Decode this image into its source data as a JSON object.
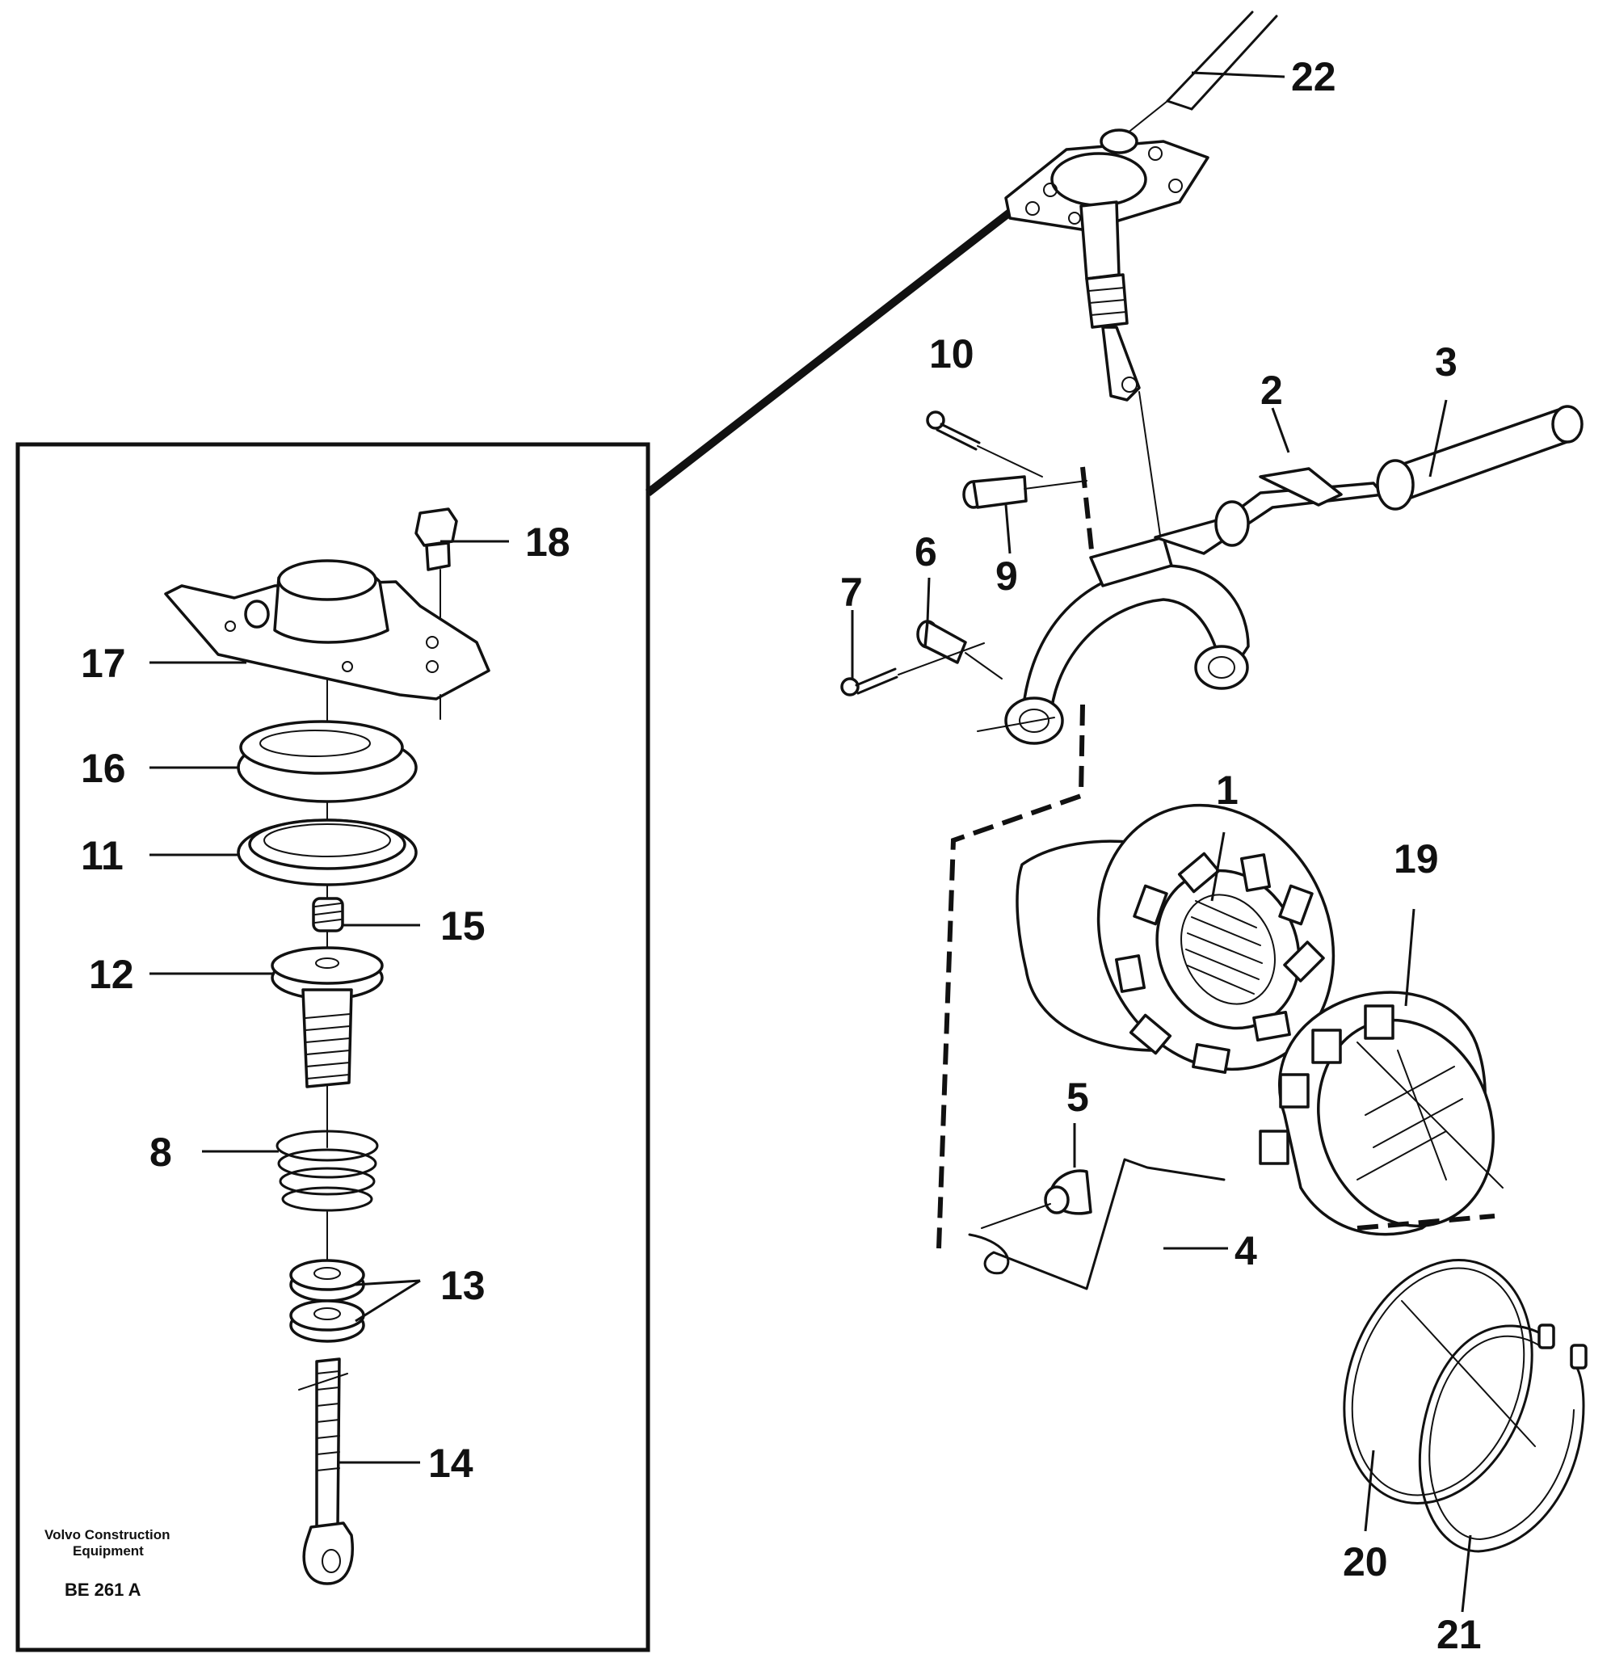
{
  "callouts": [
    {
      "id": "1",
      "text": "1"
    },
    {
      "id": "2",
      "text": "2"
    },
    {
      "id": "3",
      "text": "3"
    },
    {
      "id": "4",
      "text": "4"
    },
    {
      "id": "5",
      "text": "5"
    },
    {
      "id": "6",
      "text": "6"
    },
    {
      "id": "7",
      "text": "7"
    },
    {
      "id": "8",
      "text": "8"
    },
    {
      "id": "9",
      "text": "9"
    },
    {
      "id": "10",
      "text": "10"
    },
    {
      "id": "11",
      "text": "11"
    },
    {
      "id": "12",
      "text": "12"
    },
    {
      "id": "13",
      "text": "13"
    },
    {
      "id": "14",
      "text": "14"
    },
    {
      "id": "15",
      "text": "15"
    },
    {
      "id": "16",
      "text": "16"
    },
    {
      "id": "17",
      "text": "17"
    },
    {
      "id": "18",
      "text": "18"
    },
    {
      "id": "19",
      "text": "19"
    },
    {
      "id": "20",
      "text": "20"
    },
    {
      "id": "21",
      "text": "21"
    },
    {
      "id": "22",
      "text": "22"
    }
  ],
  "credit": {
    "line1": "Volvo Construction",
    "line2": "Equipment"
  },
  "figure_code": "BE 261 A"
}
